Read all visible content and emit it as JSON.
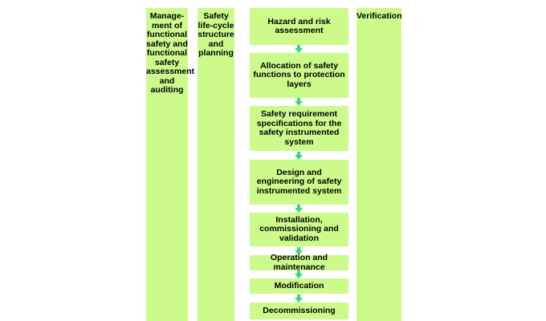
{
  "columns": {
    "management": "Manage- ment of functional safety and functional safety assessment and auditing",
    "safety_lifecycle": "Safety life-cycle structure and planning",
    "verification": "Verification"
  },
  "steps": [
    "Hazard and risk assessment",
    "Allocation of safety functions to protection layers",
    "Safety requirement specifications for the safety instrumented system",
    "Design and engineering of safety instrumented system",
    "Installation, commissioning and validation",
    "Operation and maintenance",
    "Modification",
    "Decommissioning"
  ],
  "colors": {
    "box_fill": "#ccfb8c",
    "arrow": "#33dd66"
  }
}
